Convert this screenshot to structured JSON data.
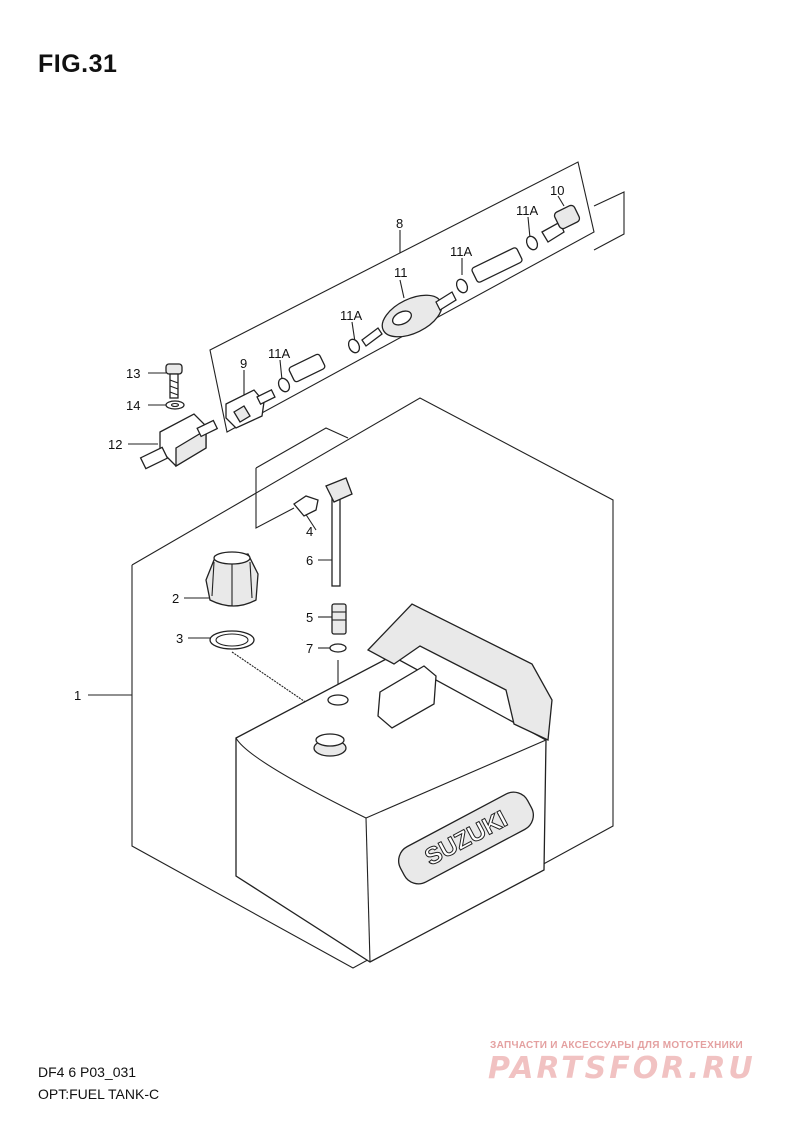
{
  "figure": {
    "title": "FIG.31"
  },
  "footer": {
    "model_code": "DF4 6 P03_031",
    "name": "OPT:FUEL TANK-C"
  },
  "tank_brand": "SUZUKI",
  "watermark": {
    "caption": "ЗАПЧАСТИ И АКСЕССУАРЫ ДЛЯ МОТОТЕХНИКИ",
    "logo": "PARTSFOR.RU"
  },
  "callouts": {
    "c1": "1",
    "c2": "2",
    "c3": "3",
    "c4": "4",
    "c5": "5",
    "c6": "6",
    "c7": "7",
    "c8": "8",
    "c9": "9",
    "c10": "10",
    "c11": "11",
    "c11a_1": "11A",
    "c11a_2": "11A",
    "c11a_3": "11A",
    "c11a_4": "11A",
    "c12": "12",
    "c13": "13",
    "c14": "14"
  }
}
